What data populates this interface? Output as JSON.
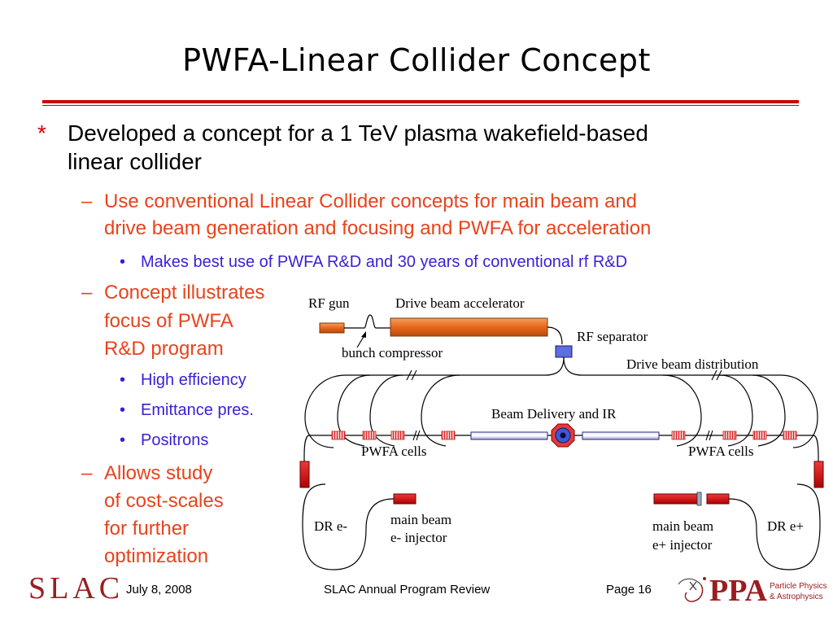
{
  "slide": {
    "title": "PWFA-Linear Collider Concept",
    "bullets": {
      "b1_marker": "*",
      "b1_line1": "Developed a concept for a 1 TeV plasma wakefield-based",
      "b1_line2": "linear collider",
      "b2_marker": "–",
      "b2_line1": "Use conventional Linear Collider concepts for main beam and",
      "b2_line2": "drive beam generation and focusing and PWFA for acceleration",
      "b3_marker": "•",
      "b3_text": "Makes best use of PWFA R&D and 30 years of conventional rf R&D",
      "b4_marker": "–",
      "b4_line1": "Concept illustrates",
      "b4_line2": "focus of PWFA",
      "b4_line3": "R&D program",
      "b5a": "High efficiency",
      "b5b": "Emittance pres.",
      "b5c": "Positrons",
      "b6_marker": "–",
      "b6_line1": "Allows study",
      "b6_line2": "of cost-scales",
      "b6_line3": "for further",
      "b6_line4": "optimization"
    }
  },
  "diagram": {
    "rf_gun": "RF gun",
    "drive_beam_accelerator": "Drive beam accelerator",
    "rf_separator": "RF separator",
    "bunch_compressor": "bunch compressor",
    "drive_beam_distribution": "Drive beam distribution",
    "beam_delivery": "Beam Delivery and IR",
    "pwfa_cells_left": "PWFA cells",
    "pwfa_cells_right": "PWFA cells",
    "dr_e_minus": "DR e-",
    "dr_e_plus": "DR e+",
    "main_beam_left_1": "main beam",
    "main_beam_left_2": "e- injector",
    "main_beam_right_1": "main beam",
    "main_beam_right_2": "e+ injector"
  },
  "footer": {
    "logo": "SLAC",
    "date": "July 8, 2008",
    "event": "SLAC Annual Program Review",
    "page": "Page 16",
    "ppa_logo": "PPA",
    "ppa_line1": "Particle Physics",
    "ppa_line2": "& Astrophysics"
  },
  "colors": {
    "accent_red": "#cc0000",
    "level2_text": "#e8431c",
    "level3_text": "#3a1fd6",
    "drive_beam_orange": "#e8661a",
    "slac_logo": "#9b1d20"
  }
}
